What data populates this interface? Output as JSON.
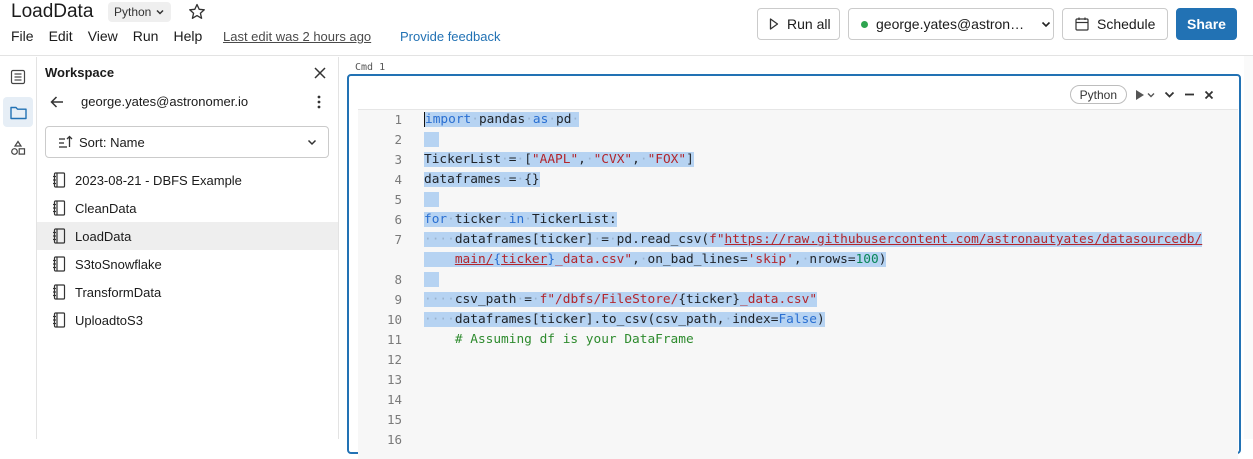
{
  "header": {
    "title": "LoadData",
    "language": "Python",
    "menu": [
      "File",
      "Edit",
      "View",
      "Run",
      "Help"
    ],
    "last_edit": "Last edit was 2 hours ago",
    "feedback": "Provide feedback",
    "run_all": "Run all",
    "cluster": "george.yates@astron…",
    "schedule": "Schedule",
    "share": "Share"
  },
  "workspace": {
    "title": "Workspace",
    "user": "george.yates@astronomer.io",
    "sort": "Sort: Name",
    "items": [
      {
        "label": "2023-08-21 - DBFS Example",
        "active": false
      },
      {
        "label": "CleanData",
        "active": false
      },
      {
        "label": "LoadData",
        "active": true
      },
      {
        "label": "S3toSnowflake",
        "active": false
      },
      {
        "label": "TransformData",
        "active": false
      },
      {
        "label": "UploadtoS3",
        "active": false
      }
    ]
  },
  "cell": {
    "cmd_label": "Cmd 1",
    "language": "Python",
    "line_numbers": [
      "1",
      "2",
      "3",
      "4",
      "5",
      "6",
      "7",
      "",
      "8",
      "9",
      "10",
      "11",
      "12",
      "13",
      "14",
      "15",
      "16"
    ]
  },
  "colors": {
    "accent": "#2272b4",
    "selection": "#b6d3f2",
    "active_dot": "#2ea44f"
  },
  "icons": {
    "rail": [
      "notebook-toc-icon",
      "folder-icon",
      "shapes-icon"
    ],
    "item": "notebook-icon"
  }
}
